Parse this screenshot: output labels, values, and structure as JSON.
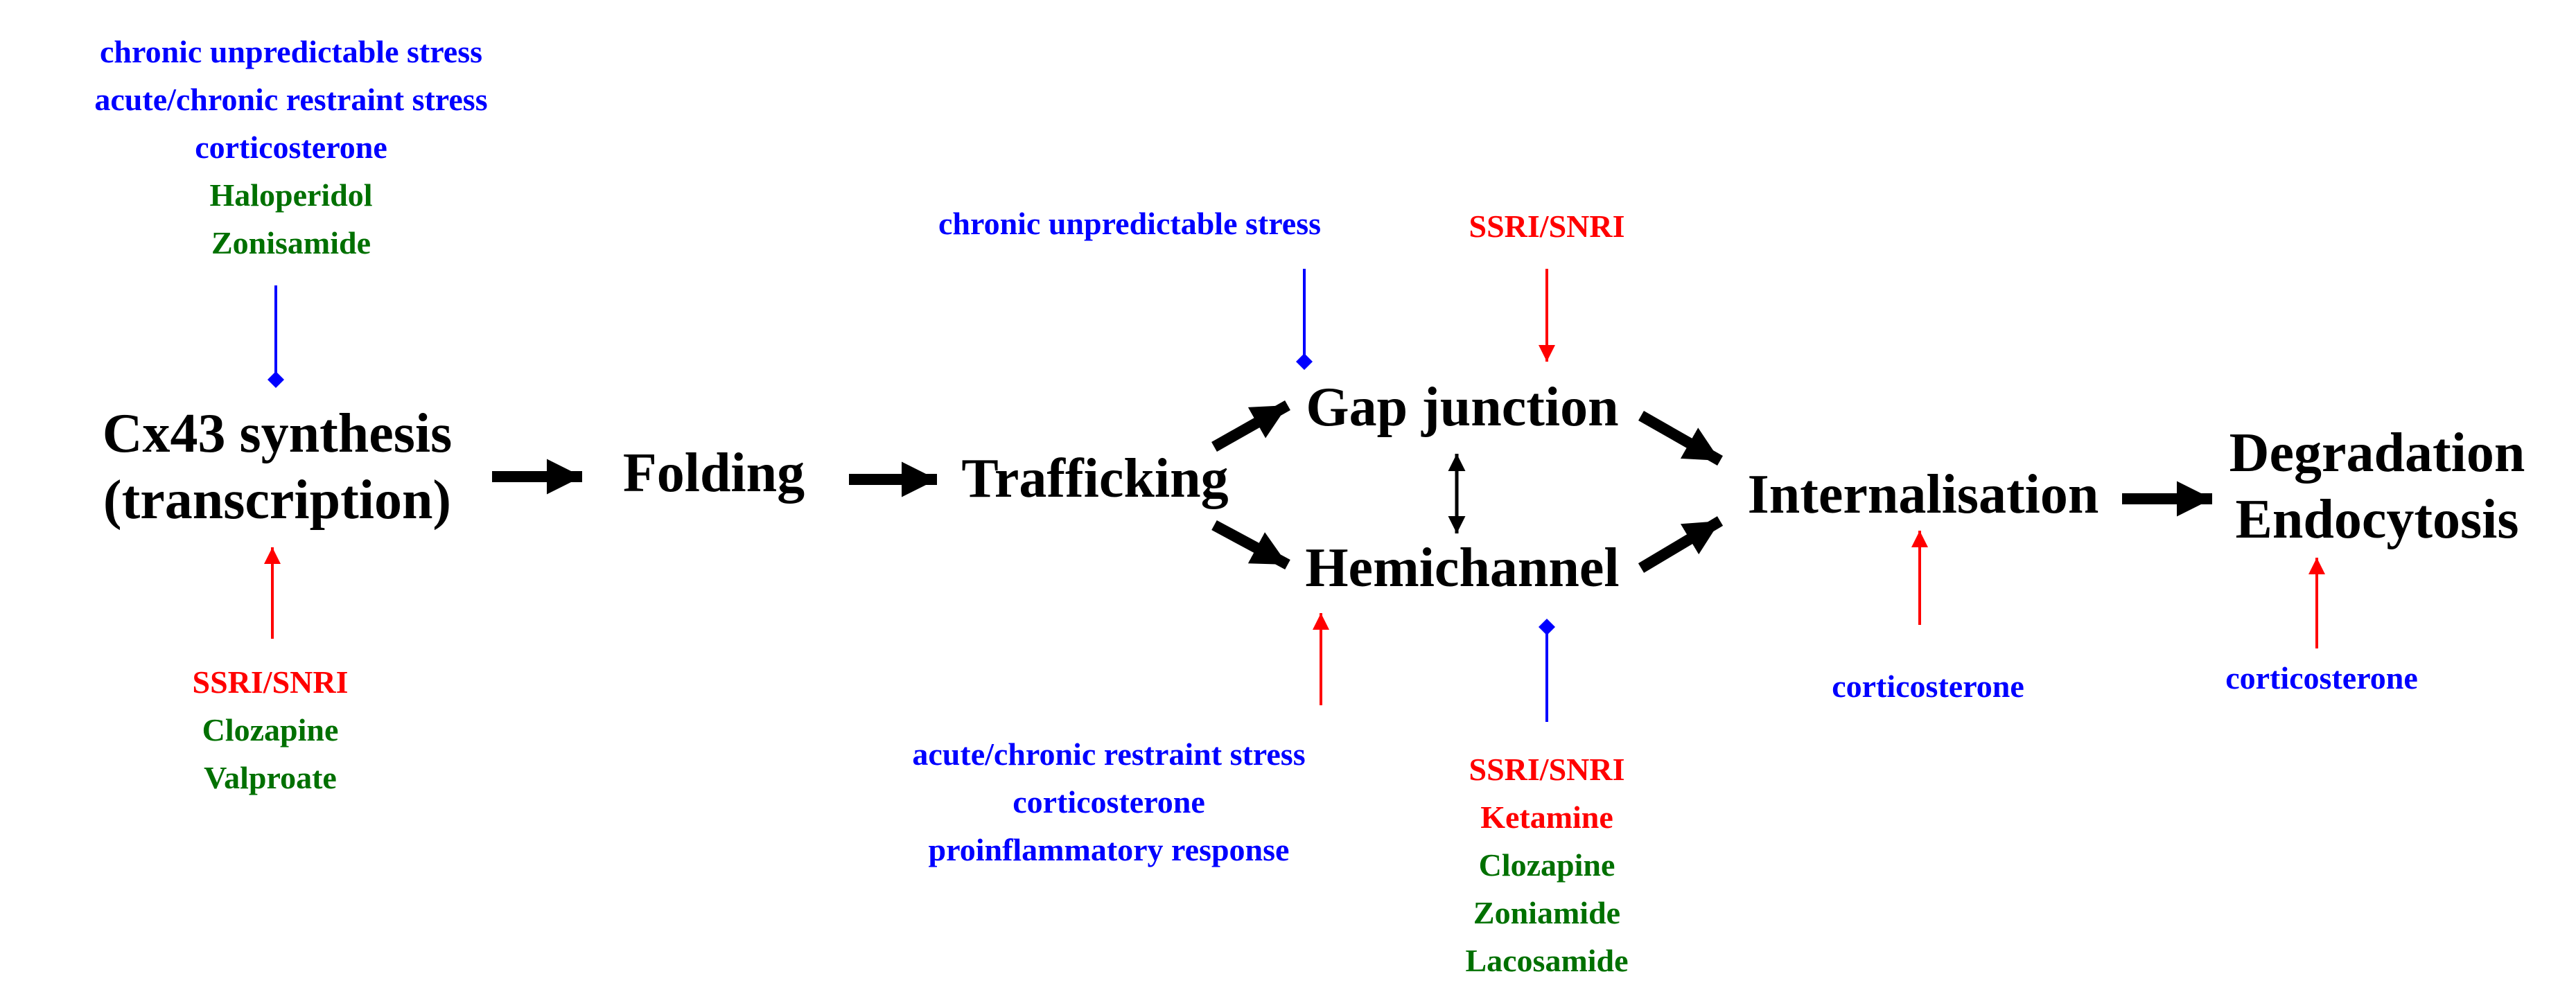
{
  "colors": {
    "stressor": "#0000ff",
    "increaser": "#ff0000",
    "decreaser": "#007000",
    "pathway": "#000000"
  },
  "nodes": {
    "synthesis": [
      "Cx43 synthesis",
      "(transcription)"
    ],
    "folding": "Folding",
    "trafficking": "Trafficking",
    "gap_junction": "Gap junction",
    "hemichannel": "Hemichannel",
    "internalisation": "Internalisation",
    "degradation": [
      "Degradation",
      "Endocytosis"
    ]
  },
  "modulators": {
    "synthesis_top": {
      "blue": [
        "chronic unpredictable stress",
        "acute/chronic restraint stress",
        "corticosterone"
      ],
      "green": [
        "Haloperidol",
        "Zonisamide"
      ]
    },
    "synthesis_bottom": {
      "red": [
        "SSRI/SNRI"
      ],
      "green": [
        "Clozapine",
        "Valproate"
      ]
    },
    "gap_junction_top_left": {
      "blue": [
        "chronic unpredictable stress"
      ]
    },
    "gap_junction_top_right": {
      "red": [
        "SSRI/SNRI"
      ]
    },
    "hemichannel_bottom_left": {
      "blue": [
        "acute/chronic restraint stress",
        "corticosterone",
        "proinflammatory response"
      ]
    },
    "hemichannel_bottom_right": {
      "red": [
        "SSRI/SNRI",
        "Ketamine"
      ],
      "green": [
        "Clozapine",
        "Zoniamide",
        "Lacosamide"
      ]
    },
    "internalisation_bottom": {
      "blue": [
        "corticosterone"
      ]
    },
    "degradation_bottom": {
      "blue": [
        "corticosterone"
      ]
    }
  }
}
